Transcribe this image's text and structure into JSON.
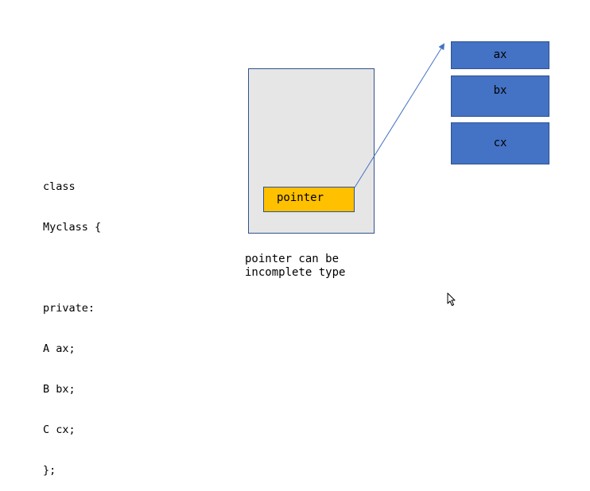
{
  "code": {
    "lines": [
      "class",
      "Myclass {",
      "",
      "private:",
      "A ax;",
      "B bx;",
      "C cx;",
      "};"
    ]
  },
  "object_box": {
    "pointer_label": "pointer"
  },
  "fields": {
    "ax": "ax",
    "bx": "bx",
    "cx": "cx"
  },
  "caption": {
    "line1": "pointer can be",
    "line2": "incomplete type"
  },
  "colors": {
    "object_fill": "#e7e6e6",
    "pointer_fill": "#ffc000",
    "field_fill": "#4472c4",
    "border": "#2f528f",
    "arrow": "#4472c4"
  },
  "icons": {
    "cursor": "mouse-pointer-icon"
  }
}
